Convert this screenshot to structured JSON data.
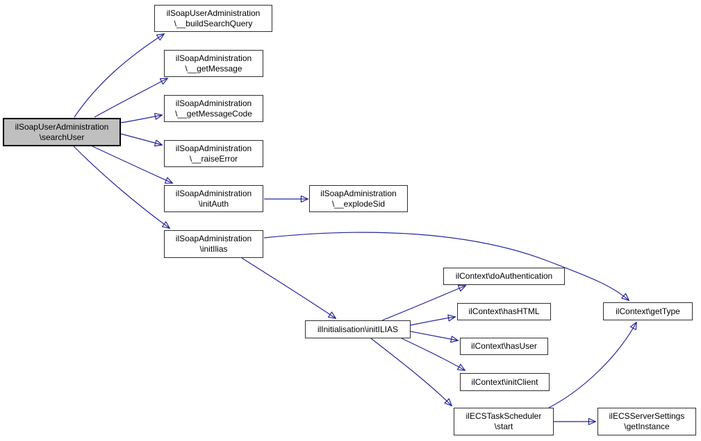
{
  "graph": {
    "kind": "doxygen-call-graph",
    "colors": {
      "background": "#ffffff",
      "edge": "#24249b",
      "node_fill": "#ffffff",
      "node_border": "#2e2e2e",
      "highlight_fill": "#bfbfbf",
      "highlight_border": "#000000",
      "text": "#000000"
    },
    "nodes": [
      {
        "id": "searchUser",
        "lines": [
          "ilSoapUserAdministration",
          "\\searchUser"
        ],
        "highlighted": true
      },
      {
        "id": "buildSearchQuery",
        "lines": [
          "ilSoapUserAdministration",
          "\\__buildSearchQuery"
        ],
        "highlighted": false
      },
      {
        "id": "getMessage",
        "lines": [
          "ilSoapAdministration",
          "\\__getMessage"
        ],
        "highlighted": false
      },
      {
        "id": "getMessageCode",
        "lines": [
          "ilSoapAdministration",
          "\\__getMessageCode"
        ],
        "highlighted": false
      },
      {
        "id": "raiseError",
        "lines": [
          "ilSoapAdministration",
          "\\__raiseError"
        ],
        "highlighted": false
      },
      {
        "id": "initAuth",
        "lines": [
          "ilSoapAdministration",
          "\\initAuth"
        ],
        "highlighted": false
      },
      {
        "id": "explodeSid",
        "lines": [
          "ilSoapAdministration",
          "\\__explodeSid"
        ],
        "highlighted": false
      },
      {
        "id": "initIlias",
        "lines": [
          "ilSoapAdministration",
          "\\initIlias"
        ],
        "highlighted": false
      },
      {
        "id": "initILIAS",
        "lines": [
          "ilInitialisation\\initILIAS"
        ],
        "highlighted": false
      },
      {
        "id": "doAuthentication",
        "lines": [
          "ilContext\\doAuthentication"
        ],
        "highlighted": false
      },
      {
        "id": "hasHTML",
        "lines": [
          "ilContext\\hasHTML"
        ],
        "highlighted": false
      },
      {
        "id": "hasUser",
        "lines": [
          "ilContext\\hasUser"
        ],
        "highlighted": false
      },
      {
        "id": "initClient",
        "lines": [
          "ilContext\\initClient"
        ],
        "highlighted": false
      },
      {
        "id": "start",
        "lines": [
          "ilECSTaskScheduler",
          "\\start"
        ],
        "highlighted": false
      },
      {
        "id": "getType",
        "lines": [
          "ilContext\\getType"
        ],
        "highlighted": false
      },
      {
        "id": "getInstance",
        "lines": [
          "ilECSServerSettings",
          "\\getInstance"
        ],
        "highlighted": false
      }
    ],
    "edges": [
      {
        "from": "searchUser",
        "to": "buildSearchQuery"
      },
      {
        "from": "searchUser",
        "to": "getMessage"
      },
      {
        "from": "searchUser",
        "to": "getMessageCode"
      },
      {
        "from": "searchUser",
        "to": "raiseError"
      },
      {
        "from": "searchUser",
        "to": "initAuth"
      },
      {
        "from": "searchUser",
        "to": "initIlias"
      },
      {
        "from": "initAuth",
        "to": "explodeSid"
      },
      {
        "from": "initIlias",
        "to": "initILIAS"
      },
      {
        "from": "initIlias",
        "to": "getType"
      },
      {
        "from": "initILIAS",
        "to": "doAuthentication"
      },
      {
        "from": "initILIAS",
        "to": "hasHTML"
      },
      {
        "from": "initILIAS",
        "to": "hasUser"
      },
      {
        "from": "initILIAS",
        "to": "initClient"
      },
      {
        "from": "initILIAS",
        "to": "start"
      },
      {
        "from": "start",
        "to": "getType"
      },
      {
        "from": "start",
        "to": "getInstance"
      }
    ]
  }
}
